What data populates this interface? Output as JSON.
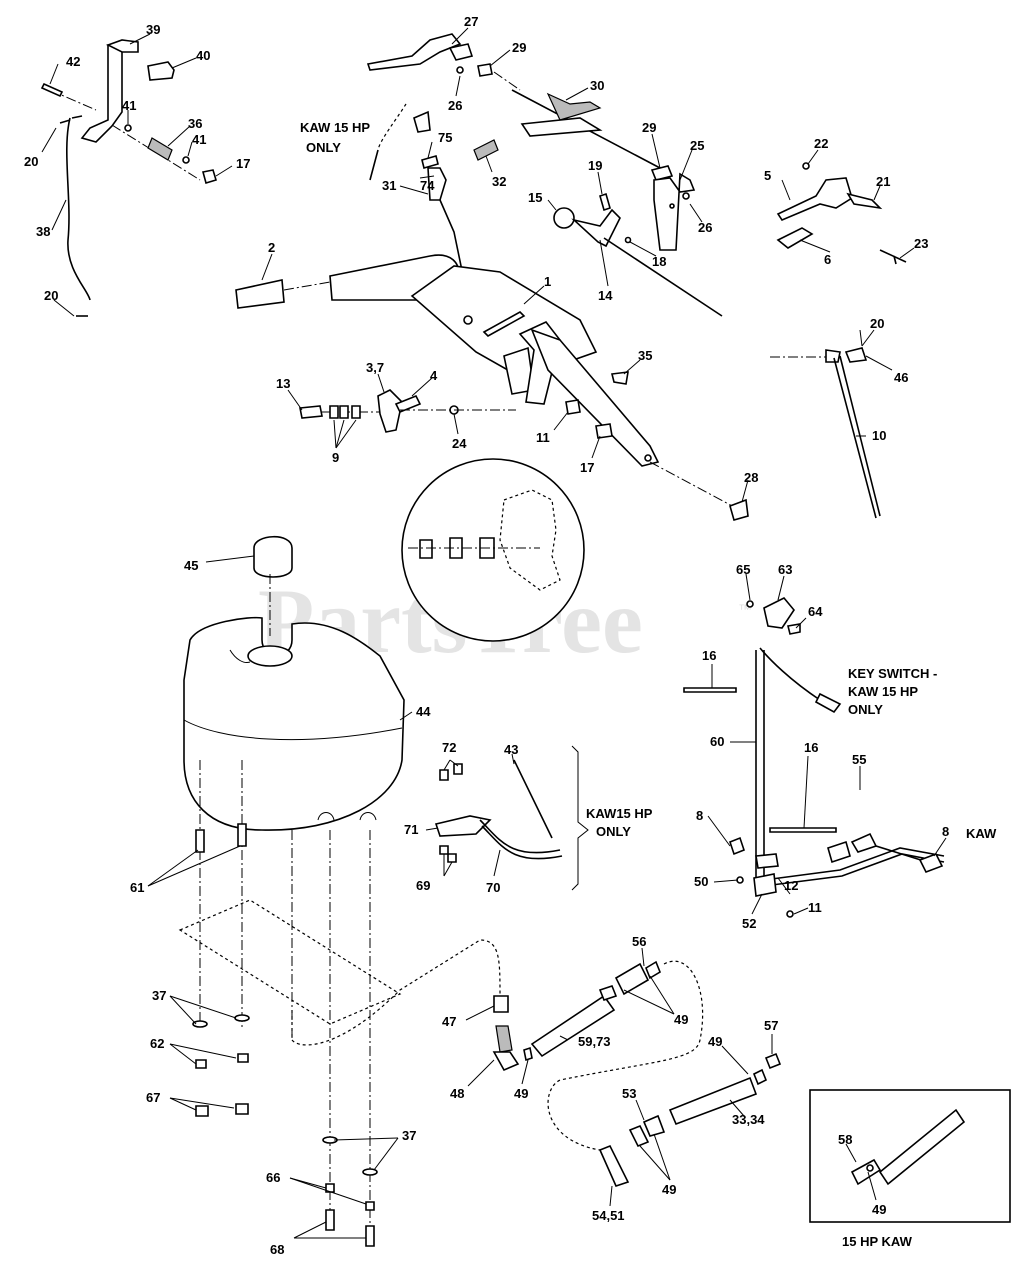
{
  "watermark": {
    "text": "PartsTree",
    "mark": "™"
  },
  "notes": {
    "kaw_top": [
      "KAW 15 HP",
      "ONLY"
    ],
    "key_switch": [
      "KEY SWITCH -",
      "KAW 15 HP",
      "ONLY"
    ],
    "kaw_mid": [
      "KAW15 HP",
      "ONLY"
    ],
    "kaw_right": "KAW",
    "inset_caption": "15 HP KAW"
  },
  "callouts": [
    {
      "text": "39"
    },
    {
      "text": "40"
    },
    {
      "text": "42"
    },
    {
      "text": "41"
    },
    {
      "text": "36"
    },
    {
      "text": "41"
    },
    {
      "text": "17"
    },
    {
      "text": "20"
    },
    {
      "text": "38"
    },
    {
      "text": "20"
    },
    {
      "text": "27"
    },
    {
      "text": "29"
    },
    {
      "text": "26"
    },
    {
      "text": "30"
    },
    {
      "text": "75"
    },
    {
      "text": "74"
    },
    {
      "text": "32"
    },
    {
      "text": "31"
    },
    {
      "text": "29"
    },
    {
      "text": "25"
    },
    {
      "text": "19"
    },
    {
      "text": "15"
    },
    {
      "text": "26"
    },
    {
      "text": "18"
    },
    {
      "text": "14"
    },
    {
      "text": "22"
    },
    {
      "text": "5"
    },
    {
      "text": "21"
    },
    {
      "text": "6"
    },
    {
      "text": "23"
    },
    {
      "text": "2"
    },
    {
      "text": "1"
    },
    {
      "text": "35"
    },
    {
      "text": "3,7"
    },
    {
      "text": "4"
    },
    {
      "text": "13"
    },
    {
      "text": "9"
    },
    {
      "text": "24"
    },
    {
      "text": "11"
    },
    {
      "text": "17"
    },
    {
      "text": "28"
    },
    {
      "text": "20"
    },
    {
      "text": "46"
    },
    {
      "text": "10"
    },
    {
      "text": "45"
    },
    {
      "text": "44"
    },
    {
      "text": "72"
    },
    {
      "text": "43"
    },
    {
      "text": "71"
    },
    {
      "text": "69"
    },
    {
      "text": "70"
    },
    {
      "text": "61"
    },
    {
      "text": "65"
    },
    {
      "text": "63"
    },
    {
      "text": "64"
    },
    {
      "text": "16"
    },
    {
      "text": "60"
    },
    {
      "text": "16"
    },
    {
      "text": "55"
    },
    {
      "text": "8"
    },
    {
      "text": "8"
    },
    {
      "text": "50"
    },
    {
      "text": "12"
    },
    {
      "text": "11"
    },
    {
      "text": "52"
    },
    {
      "text": "56"
    },
    {
      "text": "49"
    },
    {
      "text": "59,73"
    },
    {
      "text": "47"
    },
    {
      "text": "48"
    },
    {
      "text": "49"
    },
    {
      "text": "37"
    },
    {
      "text": "62"
    },
    {
      "text": "67"
    },
    {
      "text": "57"
    },
    {
      "text": "49"
    },
    {
      "text": "53"
    },
    {
      "text": "33,34"
    },
    {
      "text": "49"
    },
    {
      "text": "54,51"
    },
    {
      "text": "58"
    },
    {
      "text": "49"
    },
    {
      "text": "37"
    },
    {
      "text": "66"
    },
    {
      "text": "68"
    }
  ]
}
